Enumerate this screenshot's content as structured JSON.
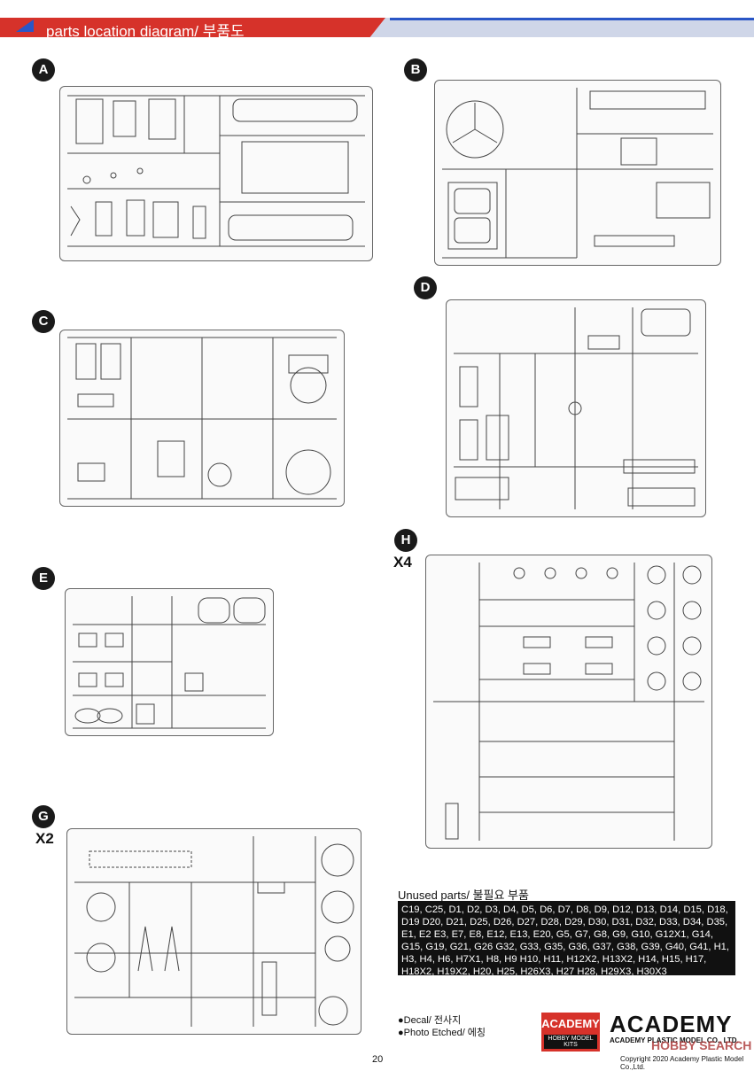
{
  "header": {
    "title": "parts location diagram/ 부품도"
  },
  "sections": {
    "A": {
      "label": "A",
      "multiplier": ""
    },
    "B": {
      "label": "B",
      "multiplier": ""
    },
    "C": {
      "label": "C",
      "multiplier": ""
    },
    "D": {
      "label": "D",
      "multiplier": ""
    },
    "E": {
      "label": "E",
      "multiplier": ""
    },
    "G": {
      "label": "G",
      "multiplier": "X2"
    },
    "H": {
      "label": "H",
      "multiplier": "X4"
    }
  },
  "unused": {
    "title": "Unused parts/ 불필요 부품",
    "list": "C19, C25, D1, D2, D3, D4, D5, D6, D7, D8, D9, D12, D13, D14, D15, D18, D19 D20, D21, D25, D26, D27, D28, D29, D30, D31, D32, D33, D34, D35, E1, E2 E3, E7, E8, E12, E13, E20, G5, G7, G8, G9, G10, G12X1, G14, G15, G19, G21, G26 G32, G33, G35, G36, G37, G38, G39, G40, G41, H1, H3, H4, H6, H7X1, H8, H9 H10, H11, H12X2, H13X2, H14, H15, H17, H18X2, H19X2, H20, H25, H26X3, H27 H28, H29X3, H30X3"
  },
  "legend": {
    "decal": "●Decal/ 전사지",
    "photo_etched": "●Photo Etched/ 에칭"
  },
  "logo": {
    "name": "ACADEMY",
    "sub": "HOBBY MODEL KITS"
  },
  "brand": {
    "name": "ACADEMY",
    "sub": "ACADEMY PLASTIC MODEL CO., LTD.",
    "watermark": "HOBBY SEARCH"
  },
  "footer": {
    "page": "20",
    "copyright": "Copyright 2020 Academy Plastic Model Co.,Ltd."
  },
  "colors": {
    "accent_red": "#d6322a",
    "accent_blue": "#2a56c6"
  }
}
